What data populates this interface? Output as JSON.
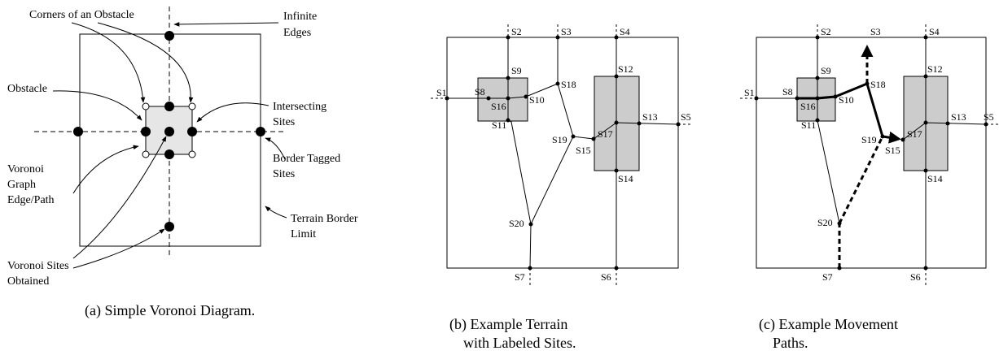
{
  "panel_a": {
    "labels": {
      "corners": "Corners of an Obstacle",
      "infinite_1": "Infinite",
      "infinite_2": "Edges",
      "obstacle": "Obstacle",
      "intersecting_1": "Intersecting",
      "intersecting_2": "Sites",
      "border_tagged_1": "Border Tagged",
      "border_tagged_2": "Sites",
      "voronoi_graph_1": "Voronoi",
      "voronoi_graph_2": "Graph",
      "voronoi_graph_3": "Edge/Path",
      "terrain_border_1": "Terrain Border",
      "terrain_border_2": "Limit",
      "voronoi_sites_1": "Voronoi Sites",
      "voronoi_sites_2": "Obtained"
    },
    "caption": "(a) Simple Voronoi Diagram."
  },
  "panel_b": {
    "sites": {
      "s1": "S1",
      "s2": "S2",
      "s3": "S3",
      "s4": "S4",
      "s5": "S5",
      "s6": "S6",
      "s7": "S7",
      "s8": "S8",
      "s9": "S9",
      "s10": "S10",
      "s11": "S11",
      "s12": "S12",
      "s13": "S13",
      "s14": "S14",
      "s15": "S15",
      "s16": "S16",
      "s17": "S17",
      "s18": "S18",
      "s19": "S19",
      "s20": "S20"
    },
    "caption_1": "(b) Example Terrain",
    "caption_2": "with Labeled Sites."
  },
  "panel_c": {
    "sites": {
      "s1": "S1",
      "s2": "S2",
      "s3": "S3",
      "s4": "S4",
      "s5": "S5",
      "s6": "S6",
      "s7": "S7",
      "s8": "S8",
      "s9": "S9",
      "s10": "S10",
      "s11": "S11",
      "s12": "S12",
      "s13": "S13",
      "s14": "S14",
      "s15": "S15",
      "s16": "S16",
      "s17": "S17",
      "s18": "S18",
      "s19": "S19",
      "s20": "S20"
    },
    "caption_1": "(c) Example Movement",
    "caption_2": "Paths."
  },
  "colors": {
    "obstacle_fill_a": "#e6e6e6",
    "obstacle_fill_bc": "#cccccc",
    "line": "#000000"
  }
}
